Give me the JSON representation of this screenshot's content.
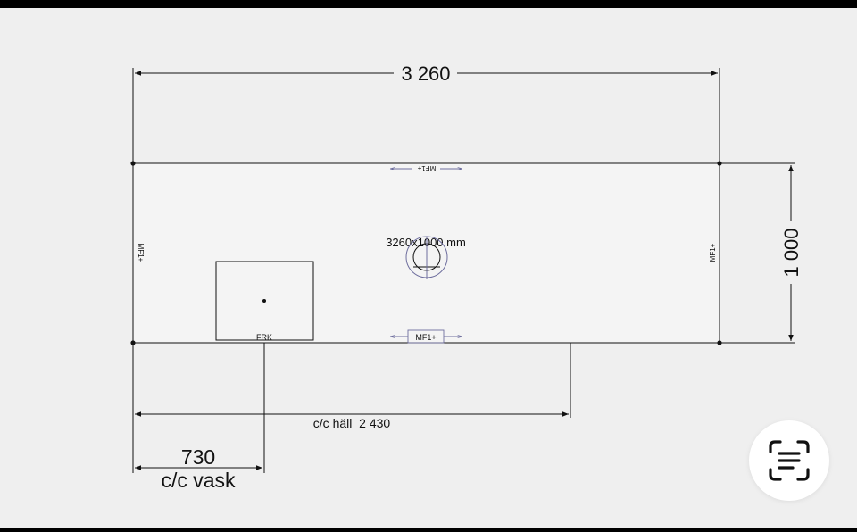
{
  "drawing": {
    "overall_width": "3 260",
    "overall_depth": "1 000",
    "size_label": "3260x1000 mm",
    "edge_label": "MF1+",
    "sink_label": "FRK",
    "hob_dimension": "c/c häll  2 430",
    "sink_dimension_value": "730",
    "sink_dimension_label": "c/c vask"
  },
  "icons": {
    "scan_button": "live-text-scan-icon"
  },
  "colors": {
    "background": "#efefef",
    "line": "#111111",
    "edge_arrow": "#6e6e9e"
  }
}
